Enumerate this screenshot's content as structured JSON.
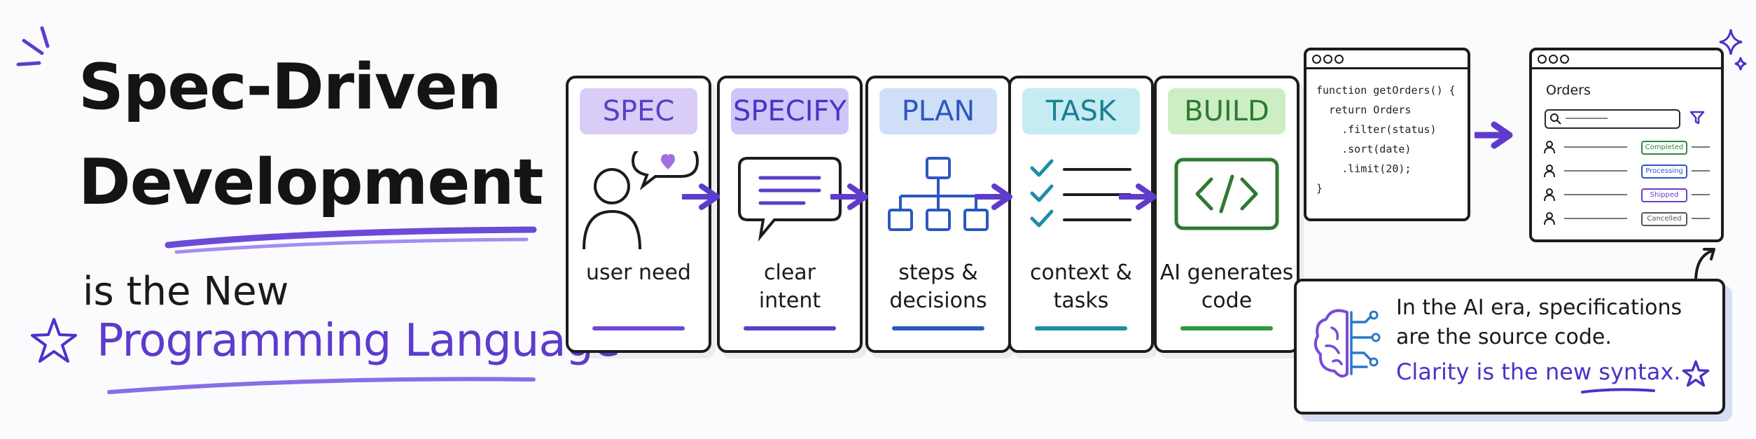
{
  "title": {
    "line1": "Spec-Driven",
    "line2": "Development",
    "subtitle_line1": "is the New",
    "subtitle_line2": "Programming Language"
  },
  "steps": [
    {
      "tag": "SPEC",
      "label_line1": "user need",
      "label_line2": "",
      "accent": "#c9b8f5",
      "tag_color": "#5b3ec8",
      "icon": "user-speech-heart-icon"
    },
    {
      "tag": "SPECIFY",
      "label_line1": "clear",
      "label_line2": "intent",
      "accent": "#b9b0f3",
      "tag_color": "#4b33c4",
      "icon": "speech-bubble-lines-icon"
    },
    {
      "tag": "PLAN",
      "label_line1": "steps &",
      "label_line2": "decisions",
      "accent": "#b6cff5",
      "tag_color": "#2b58c0",
      "icon": "hierarchy-diagram-icon"
    },
    {
      "tag": "TASK",
      "label_line1": "context &",
      "label_line2": "tasks",
      "accent": "#a8e3ec",
      "tag_color": "#1d7f93",
      "icon": "checklist-icon"
    },
    {
      "tag": "BUILD",
      "label_line1": "AI generates",
      "label_line2": "code",
      "accent": "#bfe6b5",
      "tag_color": "#2e7a30",
      "icon": "code-brackets-icon"
    }
  ],
  "code_window": {
    "lines": [
      "function getOrders() {",
      "  return Orders",
      "    .filter(status)",
      "    .sort(date)",
      "    .limit(20);",
      "}"
    ]
  },
  "orders_window": {
    "title": "Orders",
    "rows": [
      {
        "status": "Completed",
        "color": "#2f8a3a"
      },
      {
        "status": "Processing",
        "color": "#2b58c0"
      },
      {
        "status": "Shipped",
        "color": "#6a3cc8"
      },
      {
        "status": "Cancelled",
        "color": "#555555"
      }
    ]
  },
  "note": {
    "line1": "In the AI era, specifications",
    "line2": "are the source code.",
    "line3": "Clarity is the new syntax."
  },
  "colors": {
    "accent_purple": "#5d3ccc",
    "ink": "#1c1c1c"
  }
}
